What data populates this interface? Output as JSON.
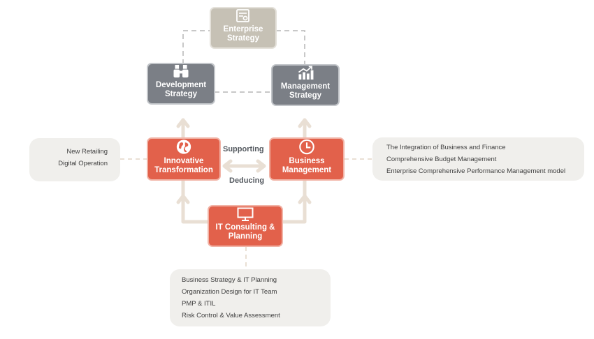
{
  "nodes": {
    "enterprise_strategy": {
      "line1": "Enterprise",
      "line2": "Strategy",
      "icon": "document-settings-icon"
    },
    "development_strategy": {
      "line1": "Development",
      "line2": "Strategy",
      "icon": "binoculars-icon"
    },
    "management_strategy": {
      "line1": "Management",
      "line2": "Strategy",
      "icon": "growth-chart-icon"
    },
    "innovative_transformation": {
      "line1": "Innovative",
      "line2": "Transformation",
      "icon": "globe-icon"
    },
    "business_management": {
      "line1": "Business",
      "line2": "Management",
      "icon": "clock-icon"
    },
    "it_consulting": {
      "line1": "IT Consulting &",
      "line2": "Planning",
      "icon": "monitor-icon"
    }
  },
  "relations": {
    "top": "Supporting",
    "bottom": "Deducing"
  },
  "notes": {
    "left": [
      "New Retailing",
      "Digital Operation"
    ],
    "right": [
      "The Integration of Business and Finance",
      "Comprehensive Budget Management",
      "Enterprise Comprehensive Performance Management model"
    ],
    "bottom": [
      "Business Strategy & IT Planning",
      "Organization Design for IT Team",
      "PMP & ITIL",
      "Risk Control & Value Assessment"
    ]
  },
  "colors": {
    "orange": "#e2614b",
    "gray": "#7b7f86",
    "tan": "#c6c1b5",
    "note_bg": "#f0efec",
    "connector": "#e9dfd4",
    "dashed": "#c8c8c8"
  }
}
